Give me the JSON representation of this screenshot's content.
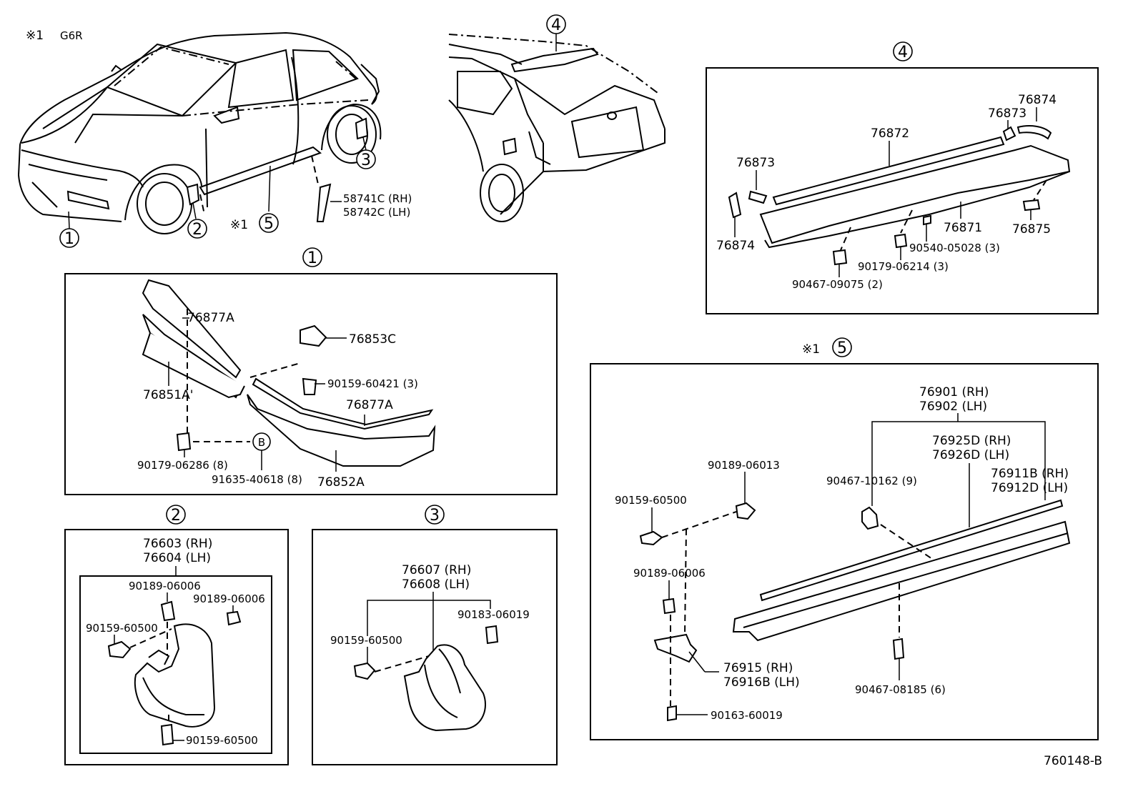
{
  "header": {
    "mark": "※1",
    "code": "G6R"
  },
  "circles": [
    "1",
    "2",
    "3",
    "4",
    "5"
  ],
  "overview": {
    "marked_five": "※1",
    "moulding_rh": "58741C (RH)",
    "moulding_lh": "58742C (LH)"
  },
  "panel1": {
    "p76877A_top": "76877A",
    "p76853C": "76853C",
    "p90159_60421": "90159-60421 (3)",
    "p76851A": "76851A'",
    "p76877A_bottom": "76877A",
    "ref_B": "B",
    "p90179_06286": "90179-06286 (8)",
    "p91635_40618": "91635-40618 (8)",
    "p76852A": "76852A"
  },
  "panel2": {
    "assy_rh": "76603 (RH)",
    "assy_lh": "76604 (LH)",
    "p90189_06006_a": "90189-06006",
    "p90189_06006_b": "90189-06006",
    "p90159_60500_a": "90159-60500",
    "p90159_60500_b": "90159-60500"
  },
  "panel3": {
    "assy_rh": "76607 (RH)",
    "assy_lh": "76608 (LH)",
    "p90183_06019": "90183-06019",
    "p90159_60500": "90159-60500"
  },
  "panel4": {
    "p76874_right": "76874",
    "p76873_right": "76873",
    "p76872": "76872",
    "p76873_left": "76873",
    "p76874_left": "76874",
    "p76871": "76871",
    "p76875": "76875",
    "p90540_05028": "90540-05028 (3)",
    "p90179_06214": "90179-06214 (3)",
    "p90467_09075": "90467-09075 (2)"
  },
  "panel5": {
    "mark": "※1",
    "assy_rh": "76901 (RH)",
    "assy_lh": "76902 (LH)",
    "p76925D": "76925D (RH)",
    "p76926D": "76926D (LH)",
    "p76911B": "76911B (RH)",
    "p76912D": "76912D (LH)",
    "p90189_06013": "90189-06013",
    "p90467_10162": "90467-10162 (9)",
    "p90159_60500": "90159-60500",
    "p90189_06006": "90189-06006",
    "p76915": "76915  (RH)",
    "p76916B": "76916B (LH)",
    "p90467_08185": "90467-08185 (6)",
    "p90163_60019": "90163-60019"
  },
  "footer": {
    "drawing_no": "760148-B"
  }
}
